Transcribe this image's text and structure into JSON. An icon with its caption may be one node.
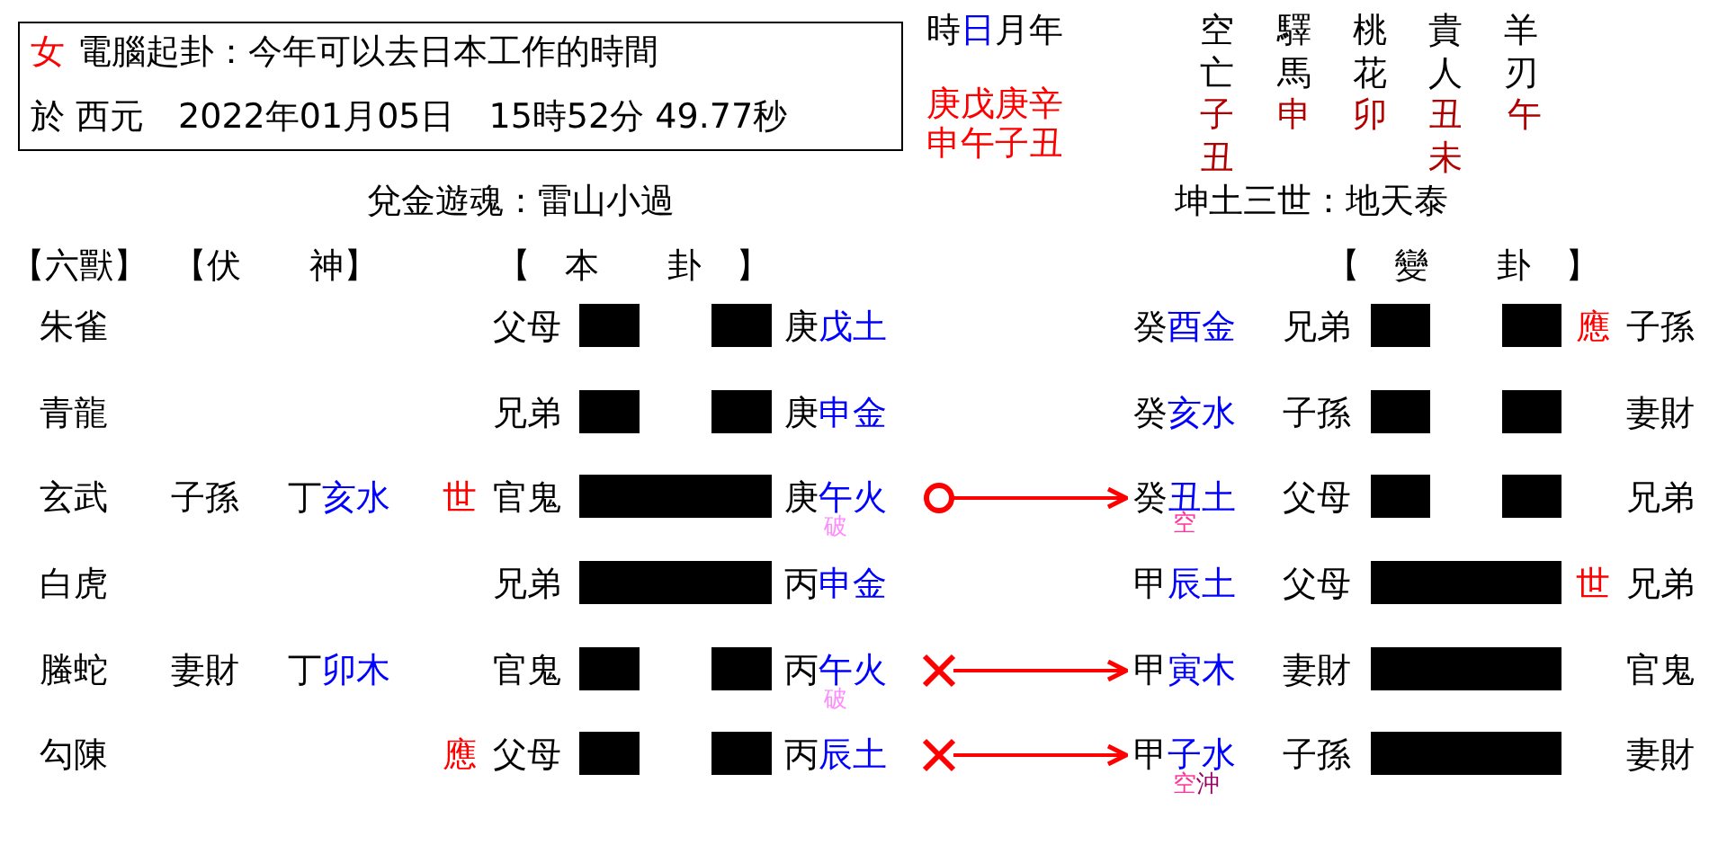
{
  "diagram": {
    "nodes": [
      {
        "text": [
          "女",
          "電腦起卦：今年可以去日本工作的時間",
          "於 西元　2022年01月05日　15時52分 49.77秒"
        ]
      },
      {
        "text": [
          "庚午火"
        ],
        "beside": [
          "破"
        ]
      },
      {
        "text": [
          "丙午火"
        ],
        "beside": [
          "破"
        ]
      },
      {
        "text": [
          "丙辰土"
        ]
      },
      {
        "text": [
          "癸丑土"
        ],
        "beside": [
          "空"
        ]
      },
      {
        "text": [
          "甲寅木"
        ]
      },
      {
        "text": [
          "甲子水"
        ],
        "beside": [
          "空沖"
        ]
      }
    ],
    "edges": [
      {
        "from": 1,
        "to": 4,
        "arrow": "to"
      },
      {
        "from": 2,
        "to": 5,
        "arrow": "to"
      },
      {
        "from": 3,
        "to": 6,
        "arrow": "to"
      }
    ],
    "labels": [
      "時日月年",
      "空亡",
      "驛馬",
      "桃花",
      "貴人",
      "羊刃",
      "庚戊庚辛",
      "申午子丑",
      "子丑",
      "申",
      "卯",
      "丑未",
      "午",
      "兌金遊魂：雷山小過",
      "坤土三世：地天泰",
      "【六獸】",
      "【伏　　神】",
      "【　本　　卦　】",
      "【　變　　卦　】",
      "朱雀",
      "父母",
      "庚戊土",
      "癸酉金",
      "兄弟",
      "應",
      "子孫",
      "青龍",
      "兄弟",
      "庚申金",
      "癸亥水",
      "子孫",
      "妻財",
      "玄武",
      "子孫",
      "丁亥水",
      "世",
      "官鬼",
      "父母",
      "兄弟",
      "白虎",
      "兄弟",
      "丙申金",
      "甲辰土",
      "父母",
      "世",
      "兄弟",
      "螣蛇",
      "妻財",
      "丁卯木",
      "官鬼",
      "妻財",
      "官鬼",
      "勾陳",
      "應",
      "父母",
      "子孫",
      "妻財"
    ]
  }
}
